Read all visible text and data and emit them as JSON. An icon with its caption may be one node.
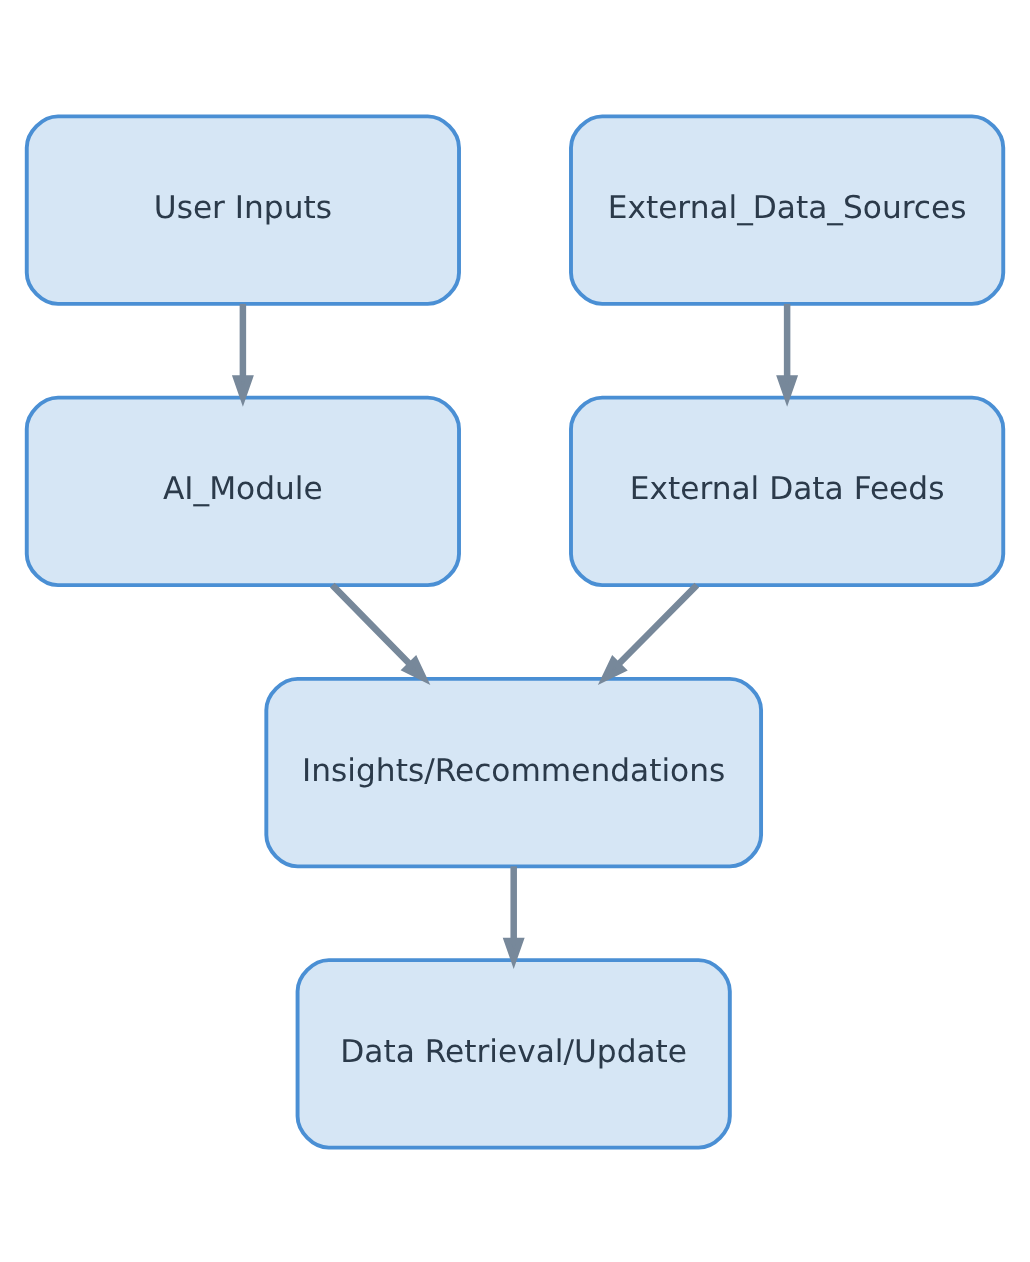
{
  "diagram": {
    "nodes": [
      {
        "text": [
          "User Inputs"
        ]
      },
      {
        "text": [
          "External_Data_Sources"
        ]
      },
      {
        "text": [
          "AI_Module"
        ]
      },
      {
        "text": [
          "External Data Feeds"
        ]
      },
      {
        "text": [
          "Insights/Recommendations"
        ]
      },
      {
        "text": [
          "Data Retrieval/Update"
        ]
      }
    ],
    "edges": [
      {
        "from": 0,
        "to": 2,
        "arrow": "to"
      },
      {
        "from": 1,
        "to": 3,
        "arrow": "to"
      },
      {
        "from": 2,
        "to": 4,
        "arrow": "to"
      },
      {
        "from": 3,
        "to": 4,
        "arrow": "to"
      },
      {
        "from": 4,
        "to": 5,
        "arrow": "to"
      }
    ]
  }
}
